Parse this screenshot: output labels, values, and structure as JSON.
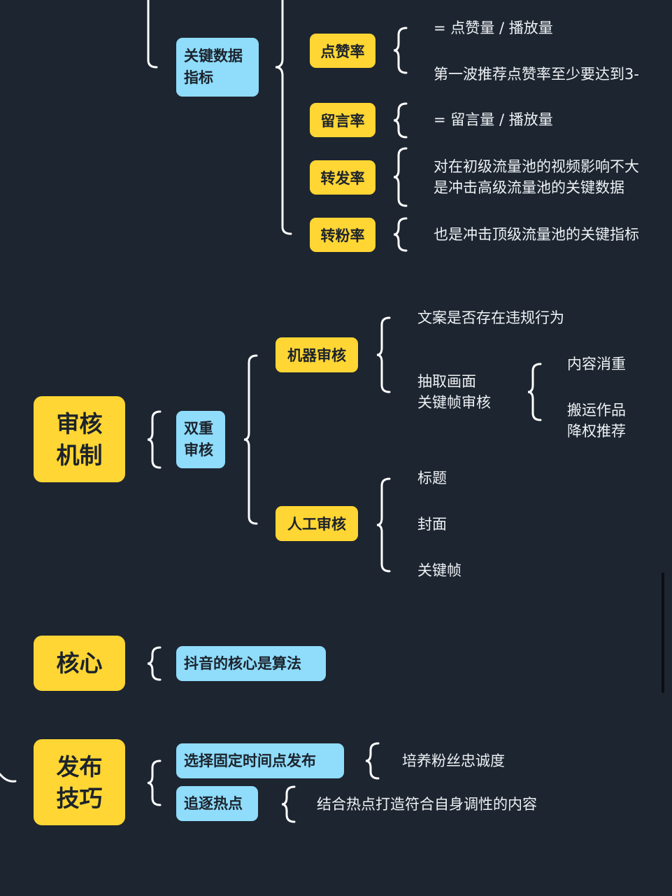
{
  "section_metrics": {
    "group_label": "关键数据\n指标",
    "items": [
      {
        "label": "点赞率",
        "notes": [
          "= 点赞量 / 播放量",
          "第一波推荐点赞率至少要达到3-"
        ]
      },
      {
        "label": "留言率",
        "notes": [
          "= 留言量 / 播放量"
        ]
      },
      {
        "label": "转发率",
        "notes": [
          "对在初级流量池的视频影响不大\n是冲击高级流量池的关键数据"
        ]
      },
      {
        "label": "转粉率",
        "notes": [
          "也是冲击顶级流量池的关键指标"
        ]
      }
    ]
  },
  "section_review": {
    "title": "审核\n机制",
    "group_label": "双重\n审核",
    "machine": {
      "label": "机器审核",
      "items": [
        "文案是否存在违规行为",
        "抽取画面\n关键帧审核"
      ],
      "sub_items": [
        "内容消重",
        "搬运作品\n降权推荐"
      ]
    },
    "manual": {
      "label": "人工审核",
      "items": [
        "标题",
        "封面",
        "关键帧"
      ]
    }
  },
  "section_core": {
    "title": "核心",
    "item": "抖音的核心是算法"
  },
  "section_publish": {
    "title": "发布\n技巧",
    "items": [
      {
        "label": "选择固定时间点发布",
        "note": "培养粉丝忠诚度"
      },
      {
        "label": "追逐热点",
        "note": "结合热点打造符合自身调性的内容"
      }
    ]
  },
  "colors": {
    "background": "#1d2530",
    "root_node": "#ffd633",
    "group_node": "#8fdcfb",
    "leaf_pill": "#ffd633",
    "connector": "#ffffff",
    "text": "#eef2f5"
  }
}
